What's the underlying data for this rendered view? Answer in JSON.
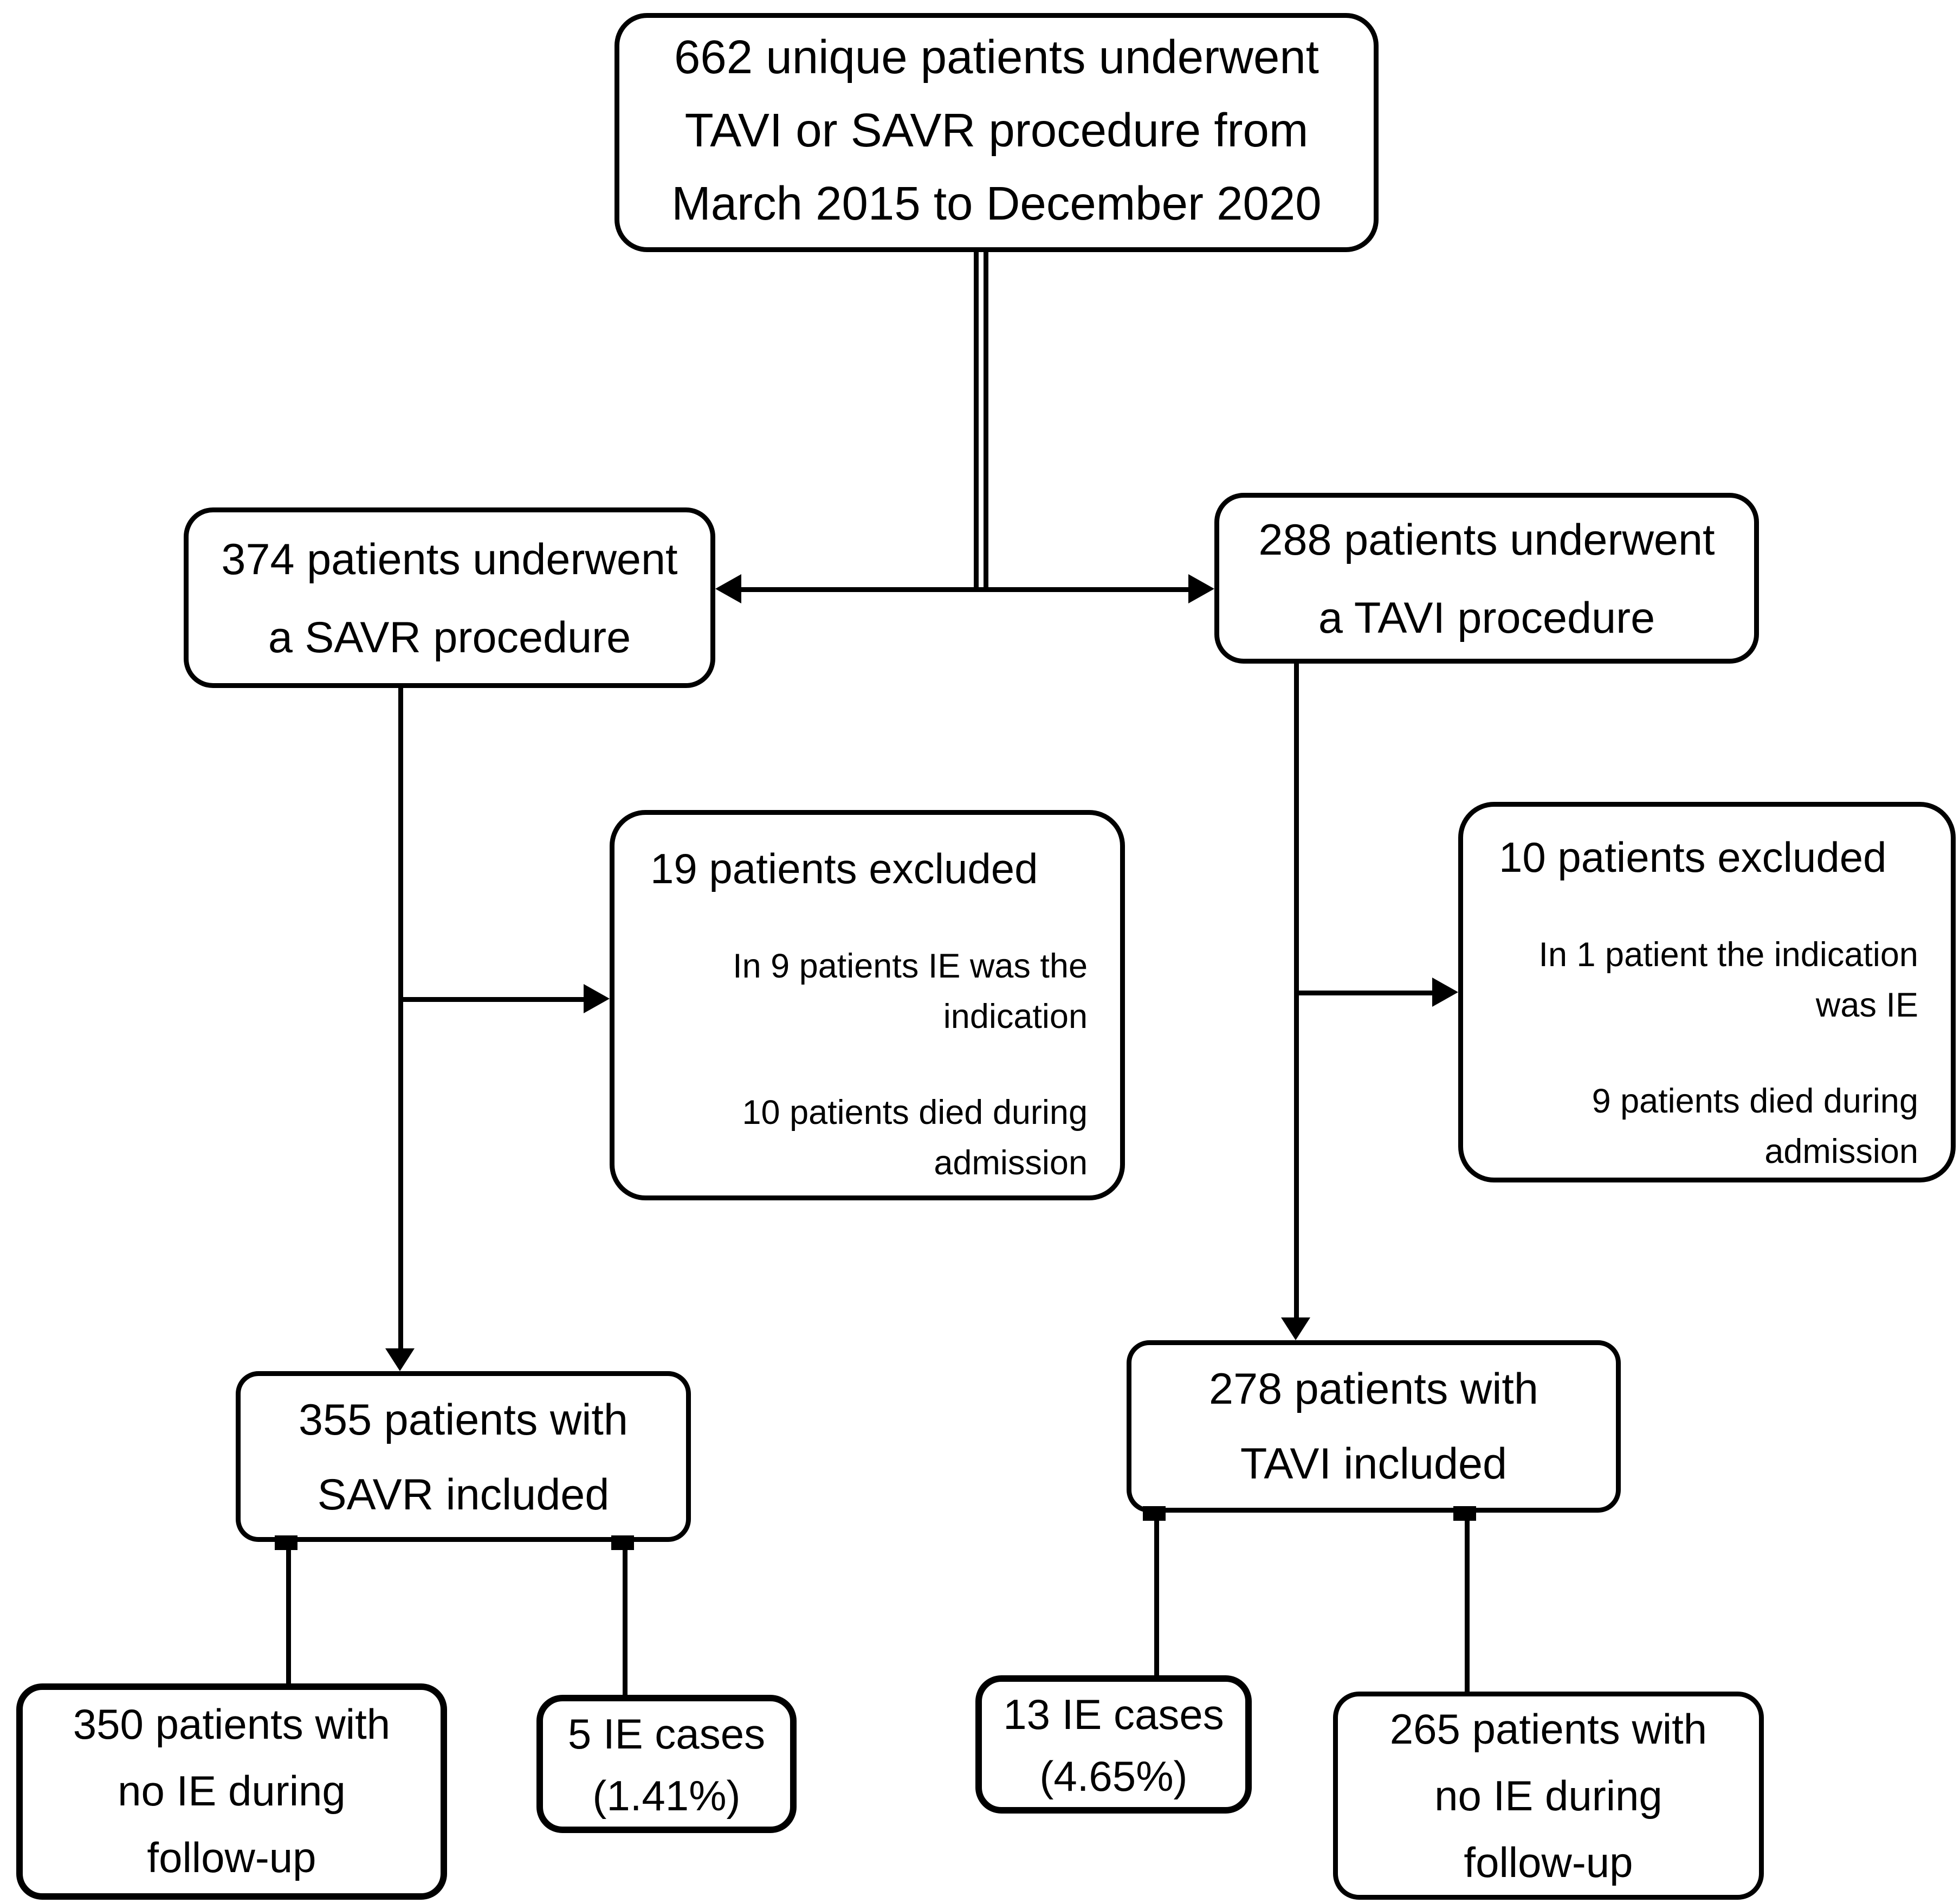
{
  "colors": {
    "ink": "#000000",
    "paper": "#ffffff"
  },
  "boxes": {
    "total": {
      "lines": [
        "662 unique patients underwent",
        "TAVI or SAVR procedure from",
        "March 2015 to December 2020"
      ]
    },
    "savr": {
      "lines": [
        "374 patients underwent",
        "a SAVR procedure"
      ]
    },
    "tavi": {
      "lines": [
        "288 patients underwent",
        "a TAVI procedure"
      ]
    },
    "savr_excluded": {
      "title": "19 patients excluded",
      "reasons": [
        {
          "lines": [
            "In 9 patients IE was the",
            "indication"
          ]
        },
        {
          "lines": [
            "10 patients died during",
            "admission"
          ]
        }
      ]
    },
    "tavi_excluded": {
      "title": "10 patients excluded",
      "reasons": [
        {
          "lines": [
            "In 1 patient the indication",
            "was IE"
          ]
        },
        {
          "lines": [
            "9 patients died during",
            "admission"
          ]
        }
      ]
    },
    "savr_included": {
      "lines": [
        "355 patients with",
        "SAVR included"
      ]
    },
    "tavi_included": {
      "lines": [
        "278 patients with",
        "TAVI included"
      ]
    },
    "savr_no_ie": {
      "lines": [
        "350 patients with",
        "no IE during",
        "follow-up"
      ]
    },
    "savr_ie": {
      "lines": [
        "5 IE cases",
        "(1.41%)"
      ]
    },
    "tavi_ie": {
      "lines": [
        "13 IE cases",
        "(4.65%)"
      ]
    },
    "tavi_no_ie": {
      "lines": [
        "265 patients with",
        "no IE during",
        "follow-up"
      ]
    }
  }
}
